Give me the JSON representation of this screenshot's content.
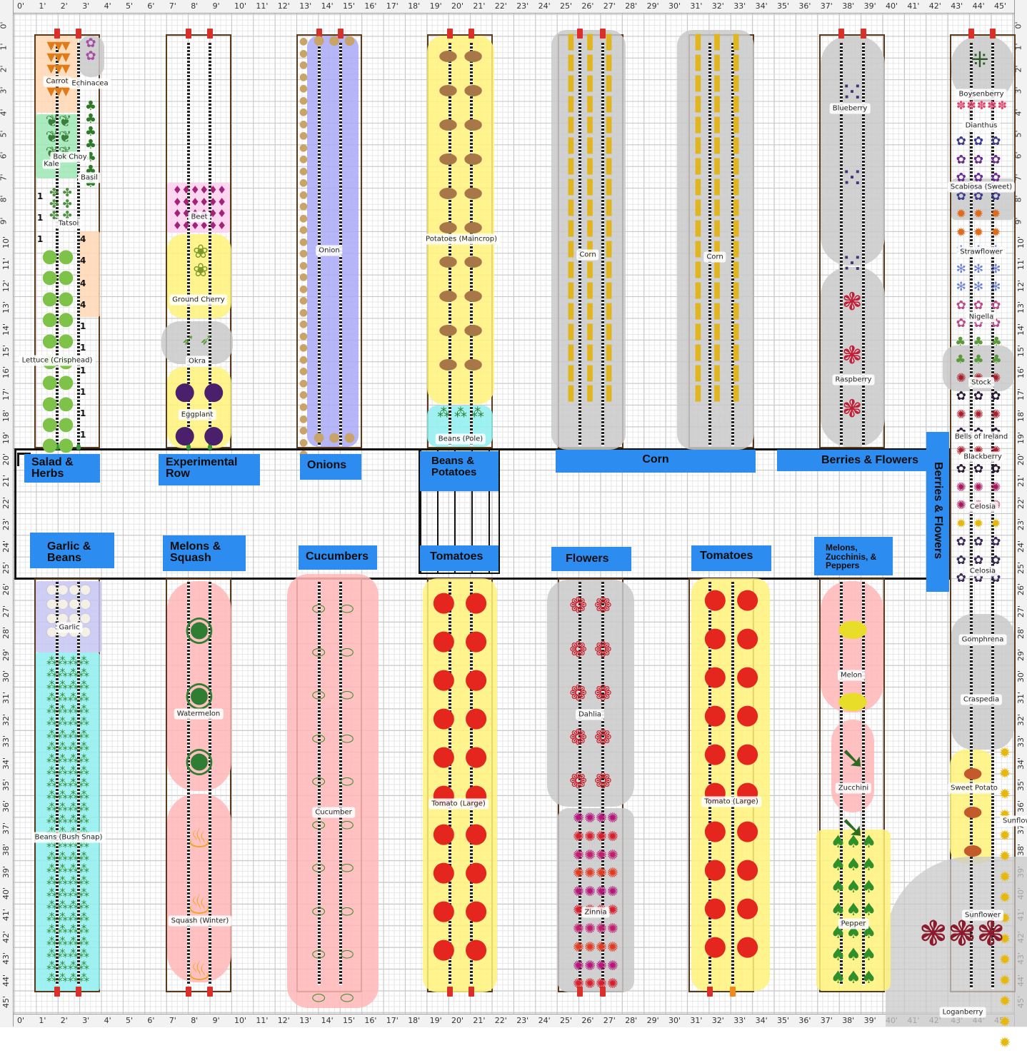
{
  "rulers": {
    "labels": [
      "0'",
      "1'",
      "2'",
      "3'",
      "4'",
      "5'",
      "6'",
      "7'",
      "8'",
      "9'",
      "10'",
      "11'",
      "12'",
      "13'",
      "14'",
      "15'",
      "16'",
      "17'",
      "18'",
      "19'",
      "20'",
      "21'",
      "22'",
      "23'",
      "24'",
      "25'",
      "26'",
      "27'",
      "28'",
      "29'",
      "30'",
      "31'",
      "32'",
      "33'",
      "34'",
      "35'",
      "36'",
      "37'",
      "38'",
      "39'",
      "40'",
      "41'",
      "42'",
      "43'",
      "44'",
      "45'"
    ]
  },
  "sections": {
    "salad_herbs": "Salad & Herbs",
    "experimental_row": "Experimental Row",
    "onions": "Onions",
    "beans_potatoes": "Beans & Potatoes",
    "corn": "Corn",
    "berries_flowers_top": "Berries & Flowers",
    "berries_flowers_side": "Berries & Flowers",
    "garlic_beans": "Garlic & Beans",
    "melons_squash": "Melons & Squash",
    "cucumbers": "Cucumbers",
    "tomatoes_1": "Tomatoes",
    "flowers": "Flowers",
    "tomatoes_2": "Tomatoes",
    "melons_zucchinis_peppers": "Melons, Zucchinis, & Peppers"
  },
  "plants": {
    "carrot": "Carrot",
    "echinacea": "Echinacea",
    "bok_choy": "Bok Choy",
    "kale": "Kale",
    "basil": "Basil",
    "tatsoi": "Tatsoi",
    "lettuce": "Lettuce (Crisphead)",
    "beet": "Beet",
    "ground_cherry": "Ground Cherry",
    "okra": "Okra",
    "eggplant": "Eggplant",
    "onion": "Onion",
    "potatoes": "Potatoes (Maincrop)",
    "beans_pole": "Beans (Pole)",
    "corn_1": "Corn",
    "corn_2": "Corn",
    "blueberry": "Blueberry",
    "raspberry": "Raspberry",
    "boysenberry": "Boysenberry",
    "dianthus": "Dianthus",
    "scabiosa": "Scabiosa (Sweet)",
    "strawflower": "Strawflower",
    "nigella": "Nigella",
    "stock": "Stock",
    "bells_of_ireland": "Bells of Ireland",
    "blackberry": "Blackberry",
    "celosia_1": "Celosia",
    "celosia_2": "Celosia",
    "gomphrena": "Gomphrena",
    "craspedia": "Craspedia",
    "sweet_potato": "Sweet Potato",
    "sunflower_partial": "Sunflow",
    "sunflower": "Sunflower",
    "loganberry": "Loganberry",
    "garlic": "Garlic",
    "beans_bush": "Beans (Bush Snap)",
    "watermelon": "Watermelon",
    "squash_winter": "Squash (Winter)",
    "cucumber": "Cucumber",
    "tomato_large_1": "Tomato (Large)",
    "dahlia": "Dahlia",
    "zinnia": "Zinnia",
    "tomato_large_2": "Tomato (Large)",
    "melon": "Melon",
    "zucchini": "Zucchini",
    "pepper": "Pepper"
  },
  "counts": {
    "one": "1",
    "four": "4"
  },
  "colors": {
    "yellow": "#fff27a",
    "gray": "#c9c9c9",
    "pink": "#ffb6b6",
    "cyan": "#8ff0f0",
    "lavender": "#a9a9f7",
    "green": "#9ee8b4",
    "orange": "#ffd7b3",
    "path_blue": "#2d8cf0"
  }
}
